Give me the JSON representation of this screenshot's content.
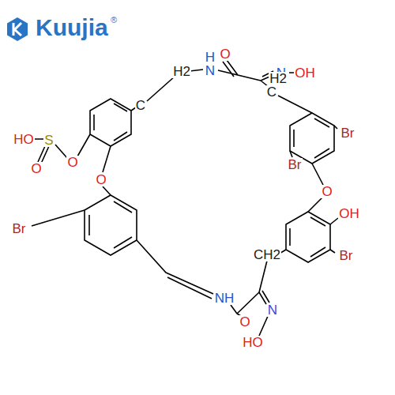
{
  "diagram": {
    "labels": [
      "Kuujia",
      "®",
      "O",
      "H",
      "N",
      "H2",
      "C",
      "N",
      "OH",
      "H2",
      "C",
      "HO",
      "S",
      "O",
      "O",
      "O",
      "Br",
      "Br",
      "Br",
      "O",
      "OH",
      "Br",
      "CH2",
      "NH",
      "O",
      "N",
      "HO"
    ]
  }
}
